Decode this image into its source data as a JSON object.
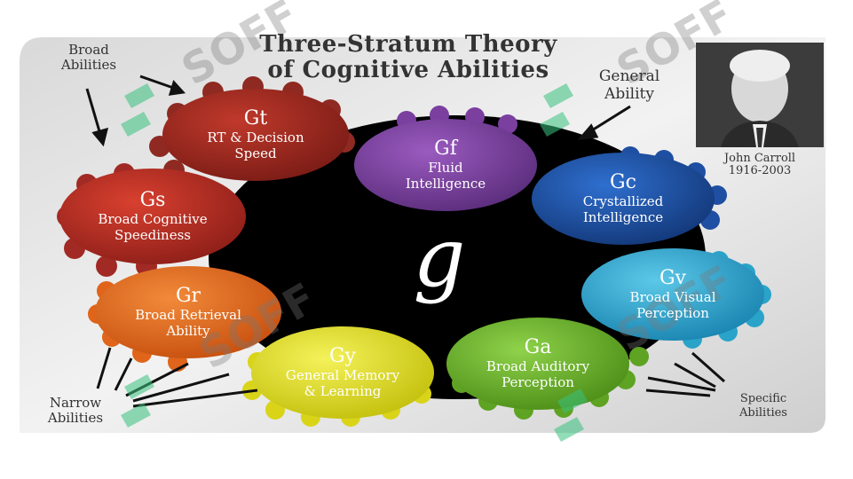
{
  "title_line1": "Three-Stratum Theory",
  "title_line2": "of Cognitive Abilities",
  "labels": {
    "broad_1": "Broad",
    "broad_2": "Abilities",
    "general_1": "General",
    "general_2": "Ability",
    "narrow_1": "Narrow",
    "narrow_2": "Abilities",
    "specific_1": "Specific",
    "specific_2": "Abilities"
  },
  "center": "g",
  "portrait": {
    "caption_1": "John Carroll",
    "caption_2": "1916-2003"
  },
  "abilities": [
    {
      "code": "Gt",
      "name1": "RT & Decision",
      "name2": "Speed",
      "color": "#a52a2a"
    },
    {
      "code": "Gf",
      "name1": "Fluid",
      "name2": "Intelligence",
      "color": "#7b3fa0"
    },
    {
      "code": "Gc",
      "name1": "Crystallized",
      "name2": "Intelligence",
      "color": "#1f4fa3"
    },
    {
      "code": "Gs",
      "name1": "Broad Cognitive",
      "name2": "Speediness",
      "color": "#b7302b"
    },
    {
      "code": "Gv",
      "name1": "Broad Visual",
      "name2": "Perception",
      "color": "#2aa3c9"
    },
    {
      "code": "Gr",
      "name1": "Broad Retrieval",
      "name2": "Ability",
      "color": "#e0641a"
    },
    {
      "code": "Gy",
      "name1": "General Memory",
      "name2": "& Learning",
      "color": "#e6e01c"
    },
    {
      "code": "Ga",
      "name1": "Broad Auditory",
      "name2": "Perception",
      "color": "#6eb52b"
    }
  ],
  "watermark": "SOFF"
}
